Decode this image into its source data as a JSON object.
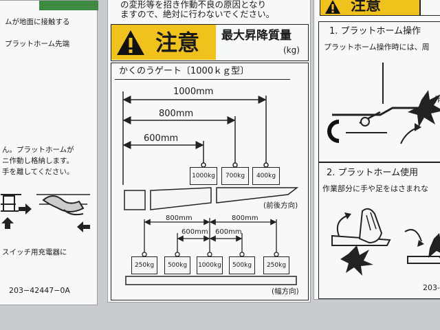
{
  "left_panel": {
    "lines": [
      "ムが地面に接触する",
      "プラットホーム先端",
      "ん。プラットホームが",
      "ニ作動し格納します。",
      "手を離してください。",
      "スイッチ用充電器に"
    ],
    "code": "203−42447−0A"
  },
  "center_panel": {
    "top_lines": [
      "の変形等を招き作動不良の原因となり",
      "ますので、絶対に行わないでください。"
    ],
    "caution_label": "注意",
    "header_title": "最大昇降質量",
    "header_unit": "(kg)",
    "subtitle": "かくのうゲート〔1000ｋｇ型〕",
    "dims_front": [
      "1000mm",
      "800mm",
      "600mm"
    ],
    "weights_front": [
      "1000kg",
      "700kg",
      "400kg"
    ],
    "dir_front": "(前後方向)",
    "dims_width": [
      "800mm",
      "600mm",
      "600mm",
      "800mm"
    ],
    "weights_width": [
      "250kg",
      "500kg",
      "1000kg",
      "500kg",
      "250kg"
    ],
    "dir_width": "(幅方向)"
  },
  "right_panel": {
    "caution_label": "注意",
    "sec1_title": "1. プラットホーム操作",
    "sec1_text": "プラットホーム操作時には、周",
    "sec1_side": "作",
    "sec2_title": "2. プラットホーム使用",
    "sec2_text": "作業部分に手や足をはさまれな",
    "code": "203-"
  },
  "colors": {
    "caution_yellow": "#f1c21b",
    "green_strip": "#3f8a43"
  }
}
